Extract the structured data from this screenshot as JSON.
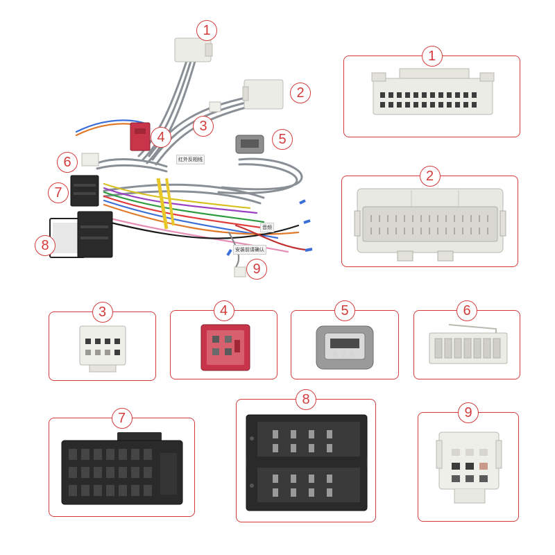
{
  "harness": {
    "labels": [
      "1",
      "2",
      "3",
      "4",
      "5",
      "6",
      "7",
      "8",
      "9"
    ],
    "tags": [
      "红外反相线",
      "音频",
      "安装前请确认"
    ]
  },
  "panels": [
    {
      "num": "1"
    },
    {
      "num": "2"
    },
    {
      "num": "3"
    },
    {
      "num": "4"
    },
    {
      "num": "5"
    },
    {
      "num": "6"
    },
    {
      "num": "7"
    },
    {
      "num": "8"
    },
    {
      "num": "9"
    }
  ],
  "colors": {
    "accent": "#d33a3a",
    "connector_white": "#ececE6",
    "connector_red": "#c8344a",
    "connector_grey": "#8e8e8e",
    "connector_black": "#2a2a2a",
    "wire_grey": "#8a8f96"
  }
}
